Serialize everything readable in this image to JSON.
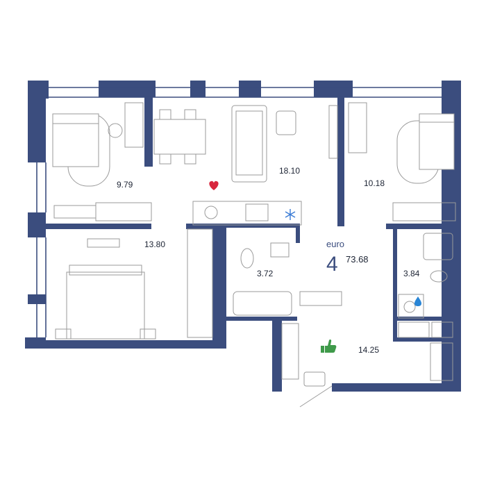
{
  "plan": {
    "type_label": "euro",
    "rooms_count": "4",
    "total_area": "73.68",
    "rooms": [
      {
        "name": "bedroom-top-left",
        "area": "9.79"
      },
      {
        "name": "living-kitchen",
        "area": "18.10"
      },
      {
        "name": "bedroom-top-right",
        "area": "10.18"
      },
      {
        "name": "bedroom-bottom-left",
        "area": "13.80"
      },
      {
        "name": "bathroom",
        "area": "3.72"
      },
      {
        "name": "wc",
        "area": "3.84"
      },
      {
        "name": "hallway",
        "area": "14.25"
      }
    ],
    "icons": [
      "heart-icon",
      "snowflake-icon",
      "water-drop-icon",
      "thumbs-up-icon"
    ],
    "colors": {
      "wall": "#3b4d7e",
      "heart": "#d8263d",
      "thumb": "#3f9a4a",
      "drop": "#2a86d6",
      "snow": "#3a7bd5"
    }
  }
}
